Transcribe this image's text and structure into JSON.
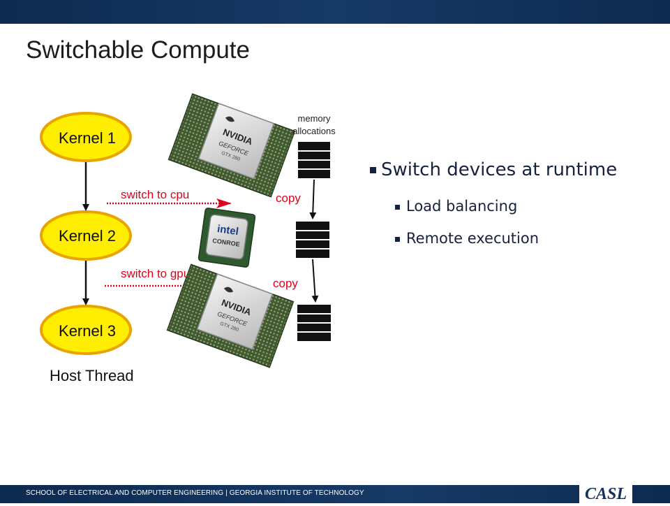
{
  "slide": {
    "title": "Switchable Compute"
  },
  "diagram": {
    "kernels": [
      "Kernel 1",
      "Kernel 2",
      "Kernel 3"
    ],
    "host_label": "Host Thread",
    "switch_labels": [
      "switch to cpu",
      "switch to gpu"
    ],
    "memory_label_line1": "memory",
    "memory_label_line2": "allocations",
    "copy_labels": [
      "copy",
      "copy"
    ],
    "gpu_chip": {
      "brand": "NVIDIA",
      "product": "GEFORCE",
      "model": "GTX 280"
    },
    "cpu_chip": {
      "brand": "intel",
      "product": "CONROE"
    },
    "colors": {
      "kernel_fill": "#ffee00",
      "kernel_stroke": "#e9a400",
      "switch_red": "#e0001b"
    }
  },
  "bullets": {
    "main": "Switch devices at runtime",
    "sub": [
      "Load balancing",
      "Remote execution"
    ]
  },
  "footer": {
    "text": "SCHOOL OF ELECTRICAL AND COMPUTER ENGINEERING | GEORGIA INSTITUTE OF TECHNOLOGY",
    "logo": "CASL"
  }
}
